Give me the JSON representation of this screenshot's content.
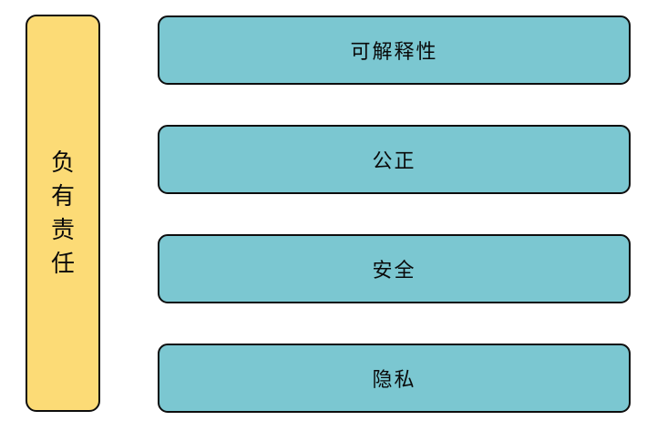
{
  "diagram": {
    "left_node": {
      "label": "负有责任"
    },
    "nodes": [
      {
        "label": "可解释性"
      },
      {
        "label": "公正"
      },
      {
        "label": "安全"
      },
      {
        "label": "隐私"
      }
    ],
    "colors": {
      "background": "#ffffff",
      "left_fill": "#FCDB76",
      "node_fill": "#7BC7D1",
      "border": "#0d0d0d",
      "text": "#0a0a0a"
    }
  }
}
